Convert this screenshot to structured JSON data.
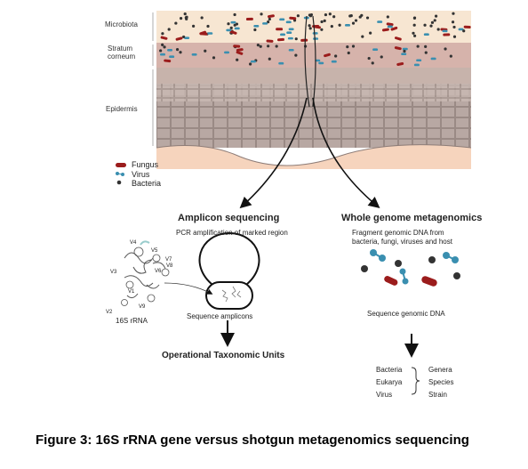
{
  "layers": {
    "microbiota": "Microbiota",
    "stratum_corneum_line1": "Stratum",
    "stratum_corneum_line2": "corneum",
    "epidermis": "Epidermis"
  },
  "legend": {
    "fungus": "Fungus",
    "virus": "Virus",
    "bacteria": "Bacteria"
  },
  "amplicon": {
    "title": "Amplicon sequencing",
    "subtitle": "PCR amplification of marked region",
    "sequence_label": "Sequence amplicons",
    "result": "Operational Taxonomic Units"
  },
  "rrna": {
    "label": "16S rRNA",
    "regions": [
      "V4",
      "V5",
      "V7",
      "V3",
      "V6",
      "V8",
      "V1",
      "V2",
      "V9"
    ]
  },
  "wgm": {
    "title": "Whole genome metagenomics",
    "subtitle_line1": "Fragment genomic DNA from",
    "subtitle_line2": "bacteria, fungi, viruses and host",
    "sequence_label": "Sequence genomic DNA",
    "left_col": [
      "Bacteria",
      "Eukarya",
      "Virus"
    ],
    "right_col": [
      "Genera",
      "Species",
      "Strain"
    ]
  },
  "caption": "Figure 3: 16S rRNA gene versus shotgun metagenomics sequencing",
  "colors": {
    "fungus": "#9b1c1c",
    "virus": "#3a8fb0",
    "bacteria": "#333333",
    "microbiota_bg": "#f7e6d2",
    "stratum_bg": "#d9b8b0",
    "epidermis_bg": "#b9aaa5",
    "dermis_bg": "#f6d4bd"
  }
}
